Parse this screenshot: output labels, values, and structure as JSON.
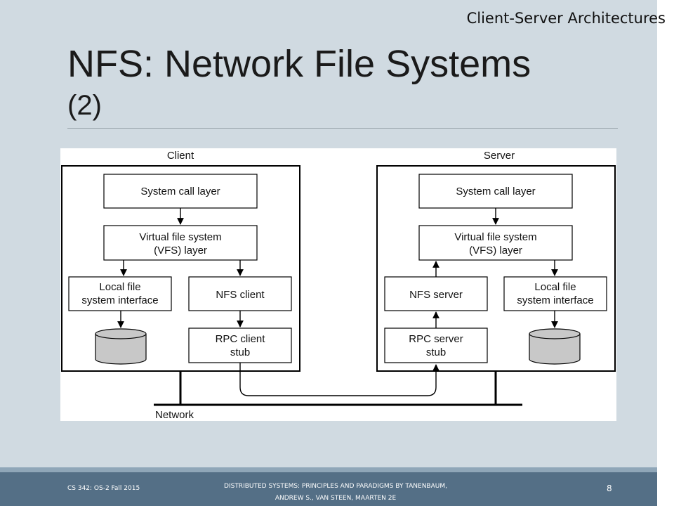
{
  "header": {
    "section_title": "Client-Server Architectures",
    "title": "NFS: Network File Systems",
    "subtitle": "(2)"
  },
  "diagram": {
    "client_label": "Client",
    "server_label": "Server",
    "network_label": "Network",
    "client": {
      "syscall": "System call layer",
      "vfs_line1": "Virtual file system",
      "vfs_line2": "(VFS) layer",
      "local_line1": "Local file",
      "local_line2": "system interface",
      "nfs": "NFS client",
      "rpc_line1": "RPC client",
      "rpc_line2": "stub"
    },
    "server": {
      "syscall": "System call layer",
      "vfs_line1": "Virtual file system",
      "vfs_line2": "(VFS) layer",
      "nfs": "NFS server",
      "local_line1": "Local file",
      "local_line2": "system interface",
      "rpc_line1": "RPC server",
      "rpc_line2": "stub"
    }
  },
  "footer": {
    "course": "CS 342:  OS-2  Fall 2015",
    "source_line1": "DISTRIBUTED SYSTEMS: PRINCIPLES AND PARADIGMS BY TANENBAUM,",
    "source_line2": "ANDREW S., VAN STEEN, MAARTEN 2E",
    "page_number": "8"
  }
}
